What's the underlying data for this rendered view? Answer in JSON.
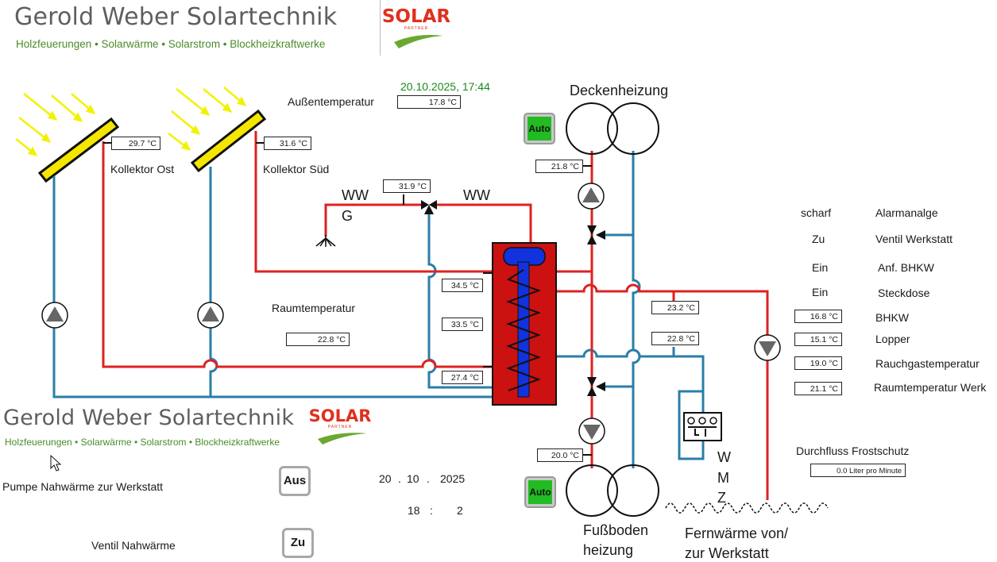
{
  "header": {
    "brand_title": "Gerold Weber Solartechnik",
    "brand_sub": "Holzfeuerungen • Solarwärme • Solarstrom • Blockheizkraftwerke",
    "logo_text": "SOLAR",
    "logo_sub": "PARTNER"
  },
  "footer_brand": {
    "brand_title": "Gerold Weber Solartechnik",
    "brand_sub": "Holzfeuerungen • Solarwärme • Solarstrom • Blockheizkraftwerke",
    "logo_text": "SOLAR",
    "logo_sub": "PARTNER"
  },
  "datetime": "20.10.2025,  17:44",
  "outdoor": {
    "label": "Außentemperatur",
    "value": "17.8 °C"
  },
  "collectors": [
    {
      "label": "Kollektor Ost",
      "value": "29.7 °C"
    },
    {
      "label": "Kollektor Süd",
      "value": "31.6 °C"
    }
  ],
  "room": {
    "label": "Raumtemperatur",
    "value": "22.8 °C"
  },
  "ww": {
    "left_label": "WW",
    "left_sub": "G",
    "right_label": "WW",
    "value": "31.9 °C"
  },
  "tank": {
    "top": "34.5 °C",
    "mid": "33.5 °C",
    "bottom": "27.4 °C"
  },
  "heating": {
    "ceiling_label": "Deckenheizung",
    "ceiling_value": "21.8 °C",
    "floor_label_1": "Fußboden",
    "floor_label_2": "heizung",
    "floor_value": "20.0 °C",
    "auto_label": "Auto"
  },
  "district": {
    "flow_value": "23.2 °C",
    "return_value": "22.8 °C",
    "wmz": [
      "W",
      "M",
      "Z"
    ],
    "label_1": "Fernwärme von/",
    "label_2": "zur Werkstatt"
  },
  "status": [
    {
      "state": "scharf",
      "name": "Alarmanalge"
    },
    {
      "state": "Zu",
      "name": "Ventil Werkstatt"
    },
    {
      "state": "Ein",
      "name": "Anf. BHKW"
    },
    {
      "state": "Ein",
      "name": "Steckdose"
    }
  ],
  "temps": [
    {
      "value": "16.8 °C",
      "name": "BHKW"
    },
    {
      "value": "15.1 °C",
      "name": "Lopper"
    },
    {
      "value": "19.0 °C",
      "name": "Rauchgastemperatur"
    },
    {
      "value": "21.1 °C",
      "name": "Raumtemperatur Werk"
    }
  ],
  "flow": {
    "label": "Durchfluss Frostschutz",
    "value": "0.0 Liter pro Minute"
  },
  "controls": {
    "pump_label": "Pumpe  Nahwärme zur Werkstatt",
    "pump_button": "Aus",
    "valve_label": "Ventil Nahwärme",
    "valve_button": "Zu",
    "date": {
      "day": "20",
      "month": "10",
      "year": "2025",
      "sep1": ".",
      "sep2": "."
    },
    "time": {
      "hour": "18",
      "minute": "2",
      "sep": ":"
    }
  },
  "colors": {
    "hot": "#dd2222",
    "cold": "#2a7ea8",
    "tank": "#cc1111",
    "coil": "#1133dd",
    "auto": "#22bb22"
  }
}
